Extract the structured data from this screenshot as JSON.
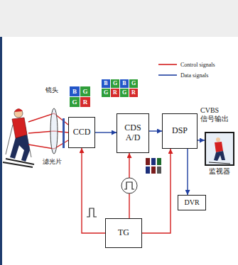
{
  "diagram": {
    "nodes": [
      {
        "text": [
          "CCD"
        ]
      },
      {
        "text": [
          "CDS A/D"
        ]
      },
      {
        "text": [
          "DSP"
        ]
      },
      {
        "text": [
          "监视器"
        ]
      },
      {
        "text": [
          "DVR"
        ]
      },
      {
        "text": [
          "TG"
        ]
      }
    ],
    "edges": [
      {
        "from": 0,
        "to": 1,
        "arrow": "to"
      },
      {
        "from": 1,
        "to": 2,
        "arrow": "to"
      },
      {
        "from": 2,
        "to": 3,
        "label": "CVBS 信号输出",
        "arrow": "to"
      },
      {
        "from": 2,
        "to": 4,
        "arrow": "to"
      },
      {
        "from": 5,
        "to": 0,
        "arrow": "to"
      },
      {
        "from": 5,
        "to": 1,
        "arrow": "to"
      },
      {
        "from": 5,
        "to": 2,
        "arrow": "to"
      }
    ],
    "labels": [
      "镜头",
      "滤光片",
      "B",
      "G",
      "G",
      "R",
      "B",
      "G",
      "B",
      "G",
      "G",
      "R",
      "G",
      "R"
    ],
    "legend": [
      {
        "text": "Control signals"
      },
      {
        "text": "Data signals"
      }
    ]
  }
}
